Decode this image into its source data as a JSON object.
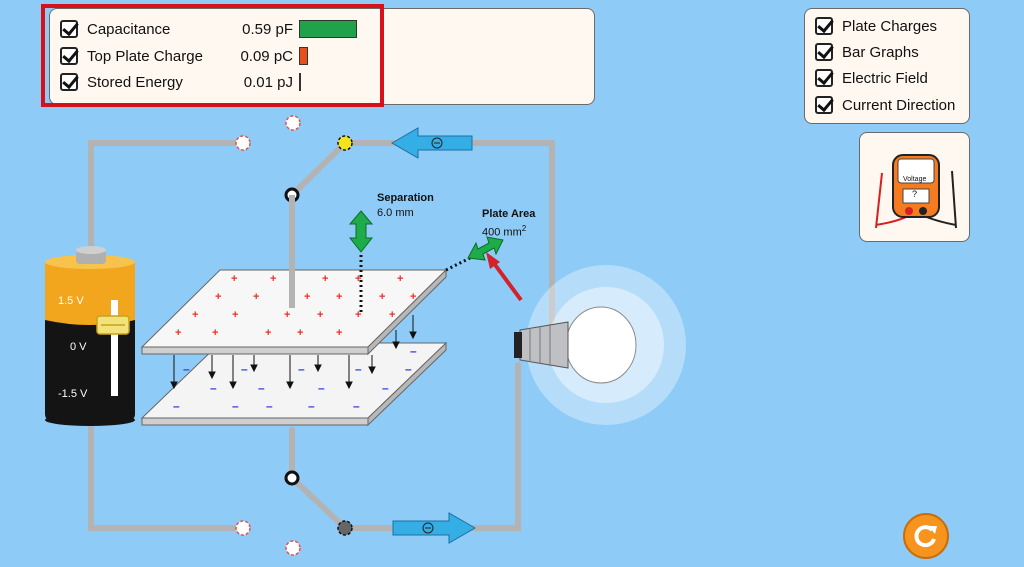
{
  "meters": [
    {
      "label": "Capacitance",
      "value": "0.59 pF",
      "bar_color": "#1fa24a",
      "bar_fraction": 0.59
    },
    {
      "label": "Top Plate Charge",
      "value": "0.09 pC",
      "bar_color": "#e8501b",
      "bar_fraction": 0.09
    },
    {
      "label": "Stored Energy",
      "value": "0.01 pJ",
      "bar_color": "#f2c81a",
      "bar_fraction": 0.01
    }
  ],
  "view_options": [
    {
      "label": "Plate Charges",
      "checked": true
    },
    {
      "label": "Bar Graphs",
      "checked": true
    },
    {
      "label": "Electric Field",
      "checked": true
    },
    {
      "label": "Current Direction",
      "checked": true
    }
  ],
  "separation": {
    "title": "Separation",
    "value": "6.0 mm"
  },
  "plate_area": {
    "title": "Plate Area",
    "value": "400 mm",
    "unit_exp": "2"
  },
  "battery": {
    "ticks": [
      "1.5 V",
      "0 V",
      "-1.5 V"
    ],
    "slider_value_v": 0.77
  },
  "voltmeter": {
    "label": "Voltage",
    "reading": "?"
  },
  "colors": {
    "background": "#8ecbf7",
    "wire": "#b3b3b3",
    "arrow": "#35aee6",
    "handle": "#1eab4a",
    "plus": "#e53323",
    "minus": "#2e3bd8"
  }
}
